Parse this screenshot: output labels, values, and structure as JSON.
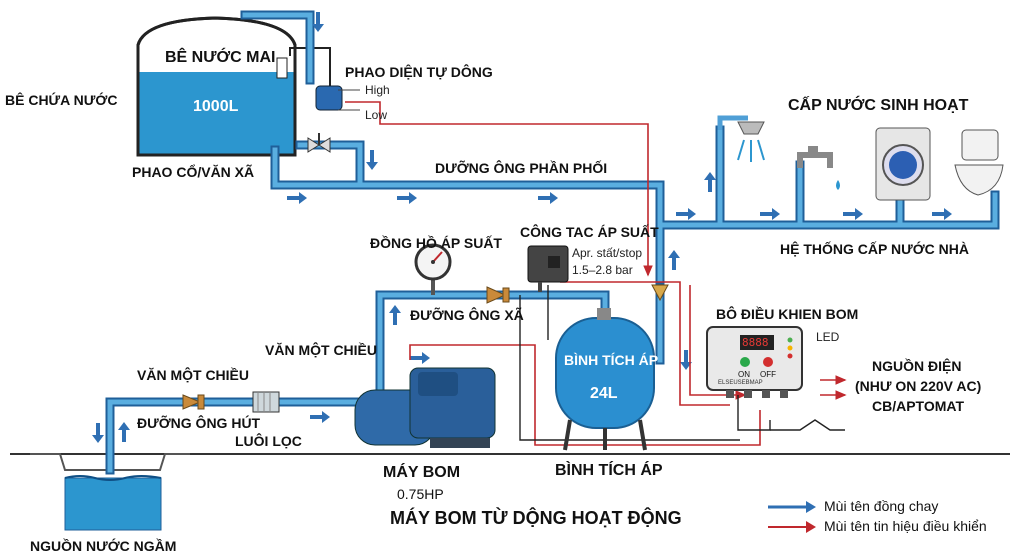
{
  "labels": {
    "tank_title": "BÊ NƯỚC MAI",
    "tank_volume": "1000L",
    "storage_tank": "BÊ CHỨA NƯỚC",
    "float_switch": "PHAO DIỆN TỰ DÔNG",
    "level_high": "High",
    "level_low": "Low",
    "float_valve": "PHAO CỔ/VĂN XÃ",
    "distribution_pipe": "DƯỠNG ÔNG PHẦN PHỐI",
    "domestic_supply": "CẤP NƯỚC SINH HOẠT",
    "house_system": "HỆ THỐNG CẤP NƯỚC NHÀ",
    "pressure_switch": "CÔNG TAC ÁP SUẤT",
    "pressure_switch_note1": "Apr. stất/stop",
    "pressure_switch_note2": "1.5–2.8 bar",
    "pressure_gauge": "ĐỒNG HỒ ÁP SUẤT",
    "discharge_pipe": "ĐƯỠNG ÔNG XÃ",
    "check_valve_1": "VĂN MỘT CHIỀU",
    "check_valve_2": "VĂN MỘT CHIỀU",
    "suction_pipe": "ĐƯỠNG ÔNG HÚT",
    "strainer": "LUÔI LỌC",
    "pressure_tank_label": "BÌNH TÍCH ÁP",
    "pressure_tank_volume": "24L",
    "pressure_tank_bottom": "BÌNH TÍCH ÁP",
    "controller": "BÔ ĐIỀU KHIEN BOM",
    "led": "LED",
    "controller_on": "ON",
    "controller_off": "OFF",
    "controller_display": "8888",
    "controller_brand": "ELSEUSEBMAP",
    "power_line1": "NGUỒN ĐIỆN",
    "power_line2": "(NHƯ ON 220V AC)",
    "power_line3": "CB/APTOMAT",
    "pump": "MÁY BOM",
    "pump_power": "0.75HP",
    "main_title": "MÁY BOM TỪ DỘNG HOẠT ĐỘNG",
    "groundwater": "NGUỒN NƯỚC NGẦM"
  },
  "legend": [
    {
      "label": "Mùi tên đồng chay",
      "color": "#2f6fb3"
    },
    {
      "label": "Mùi tên tin hiệu điều khiển",
      "color": "#c0282d"
    }
  ],
  "colors": {
    "pipe": "#4f9fd6",
    "pipe_dark": "#1f5f99",
    "water": "#2c96cf",
    "signal": "#c0282d",
    "pump_body": "#2f6aa8"
  },
  "icons": [
    "shower-icon",
    "faucet-icon",
    "washing-machine-icon",
    "toilet-icon",
    "pressure-gauge-icon"
  ]
}
